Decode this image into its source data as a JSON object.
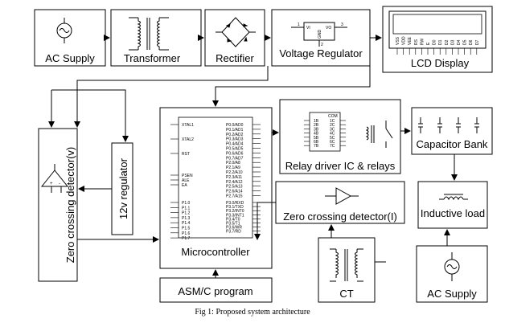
{
  "blocks": {
    "ac_supply_top": "AC Supply",
    "transformer": "Transformer",
    "rectifier": "Rectifier",
    "voltage_regulator": "Voltage Regulator",
    "lcd_display": "LCD Display",
    "zero_crossing_v": "Zero crossing detector(v)",
    "regulator_12v": "12v regulator",
    "microcontroller": "Microcontroller",
    "relay_driver": "Relay driver IC & relays",
    "capacitor_bank": "Capacitor Bank",
    "inductive_load": "Inductive load",
    "zero_crossing_i": "Zero crossing detector(I)",
    "ct": "CT",
    "ac_supply_bottom": "AC Supply",
    "asm_program": "ASM/C program"
  },
  "caption": "Fig 1: Proposed system architecture",
  "vreg_pins": {
    "vi": "VI",
    "vo": "VO",
    "gnd": "GND",
    "p1": "1",
    "p2": "2",
    "p3": "3"
  },
  "lcd_pins": [
    "VSS",
    "VDD",
    "VEE",
    "RS",
    "RW",
    "E",
    "D0",
    "D1",
    "D2",
    "D3",
    "D4",
    "D5",
    "D6",
    "D7"
  ],
  "mcu_pins": {
    "left": [
      "XTAL1",
      "XTAL2",
      "RST",
      "PSEN",
      "ALE",
      "EA",
      "P1.0",
      "P1.1",
      "P1.2",
      "P1.3",
      "P1.4",
      "P1.5",
      "P1.6",
      "P1.7"
    ],
    "right": [
      "P0.0/AD0",
      "P0.1/AD1",
      "P0.2/AD2",
      "P0.3/AD3",
      "P0.4/AD4",
      "P0.5/AD5",
      "P0.6/AD6",
      "P0.7/AD7",
      "P2.0/A8",
      "P2.1/A9",
      "P2.2/A10",
      "P2.3/A11",
      "P2.4/A12",
      "P2.5/A13",
      "P2.6/A14",
      "P2.7/A15",
      "P3.0/RXD",
      "P3.1/TXD",
      "P3.2/INT0",
      "P3.3/INT1",
      "P3.4/T0",
      "P3.5/T1",
      "P3.6/WR",
      "P3.7/RD"
    ]
  },
  "uln_pins": {
    "inputs": [
      "1B",
      "2B",
      "3B",
      "4B",
      "5B",
      "6B",
      "7B"
    ],
    "outputs": [
      "1C",
      "2C",
      "3C",
      "4C",
      "5C",
      "6C",
      "7C"
    ],
    "com": "COM"
  }
}
